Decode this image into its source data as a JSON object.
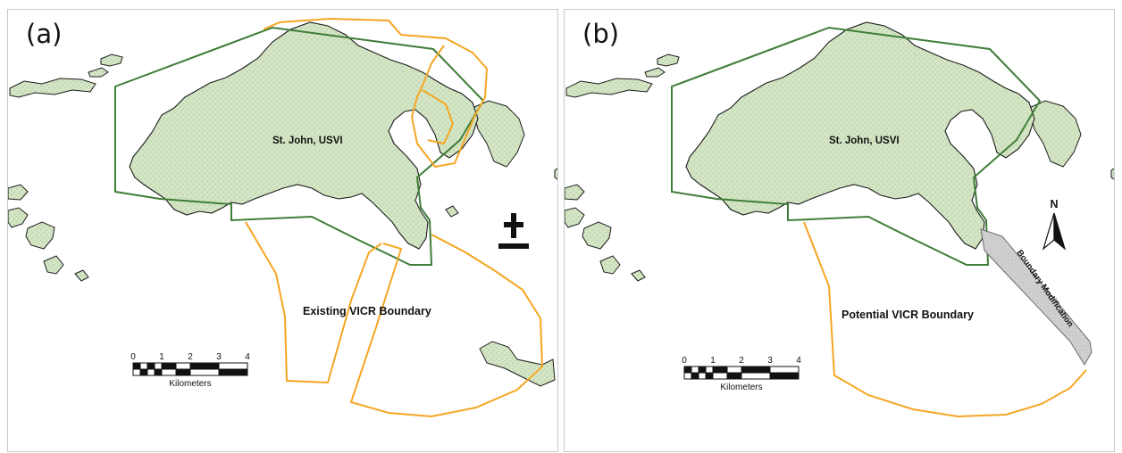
{
  "panels": [
    {
      "letter": "(a)",
      "island_label": "St. John, USVI",
      "boundary_label": "Existing VICR Boundary",
      "scale": {
        "ticks": [
          "0",
          "1",
          "2",
          "3",
          "4"
        ],
        "unit": "Kilometers"
      }
    },
    {
      "letter": "(b)",
      "island_label": "St. John, USVI",
      "boundary_label": "Potential VICR Boundary",
      "modification_label": "Boundary Modification",
      "north_label": "N",
      "scale": {
        "ticks": [
          "0",
          "1",
          "2",
          "3",
          "4"
        ],
        "unit": "Kilometers"
      }
    }
  ],
  "colors": {
    "land_fill": "#d3e5c4",
    "national_park_outline": "#3f7d38",
    "vicr_outline": "#f5a623",
    "modification_fill": "#cccccc",
    "text": "#111111"
  },
  "icons": [
    "north-arrow-icon"
  ]
}
